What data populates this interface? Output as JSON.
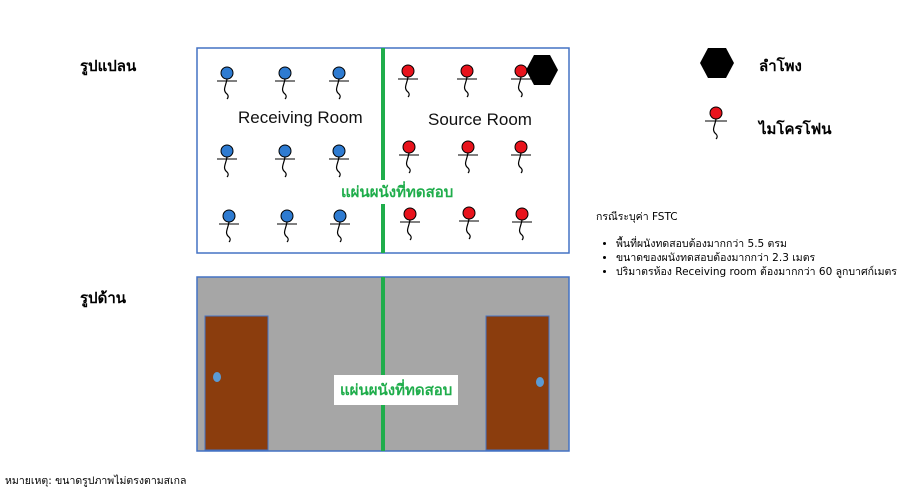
{
  "labels": {
    "plan_view": "รูปแปลน",
    "side_view": "รูปด้าน",
    "receiving_room": "Receiving Room",
    "source_room": "Source Room",
    "test_wall_plan": "แผ่นผนังที่ทดสอบ",
    "test_wall_side": "แผ่นผนังที่ทดสอบ",
    "note": "หมายเหตุ: ขนาดรูปภาพไม่ตรงตามสเกล"
  },
  "legend": {
    "speaker": "ลำโพง",
    "microphone": "ไมโครโฟน"
  },
  "requirements": {
    "title": "กรณีระบุค่า FSTC",
    "items": [
      "พื้นที่ผนังทดสอบต้องมากกว่า 5.5 ตรม",
      "ขนาดของผนังทดสอบต้องมากกว่า 2.3 เมตร",
      "ปริมาตรห้อง Receiving room ต้องมากกว่า 60 ลูกบาศก์เมตร"
    ]
  },
  "colors": {
    "wall_line": "#1fad4b",
    "receiving_mic": "#2e7bd1",
    "source_mic": "#e8131c",
    "room_border": "#4472c4",
    "side_bg": "#a6a6a6",
    "door": "#8b3d0d"
  }
}
